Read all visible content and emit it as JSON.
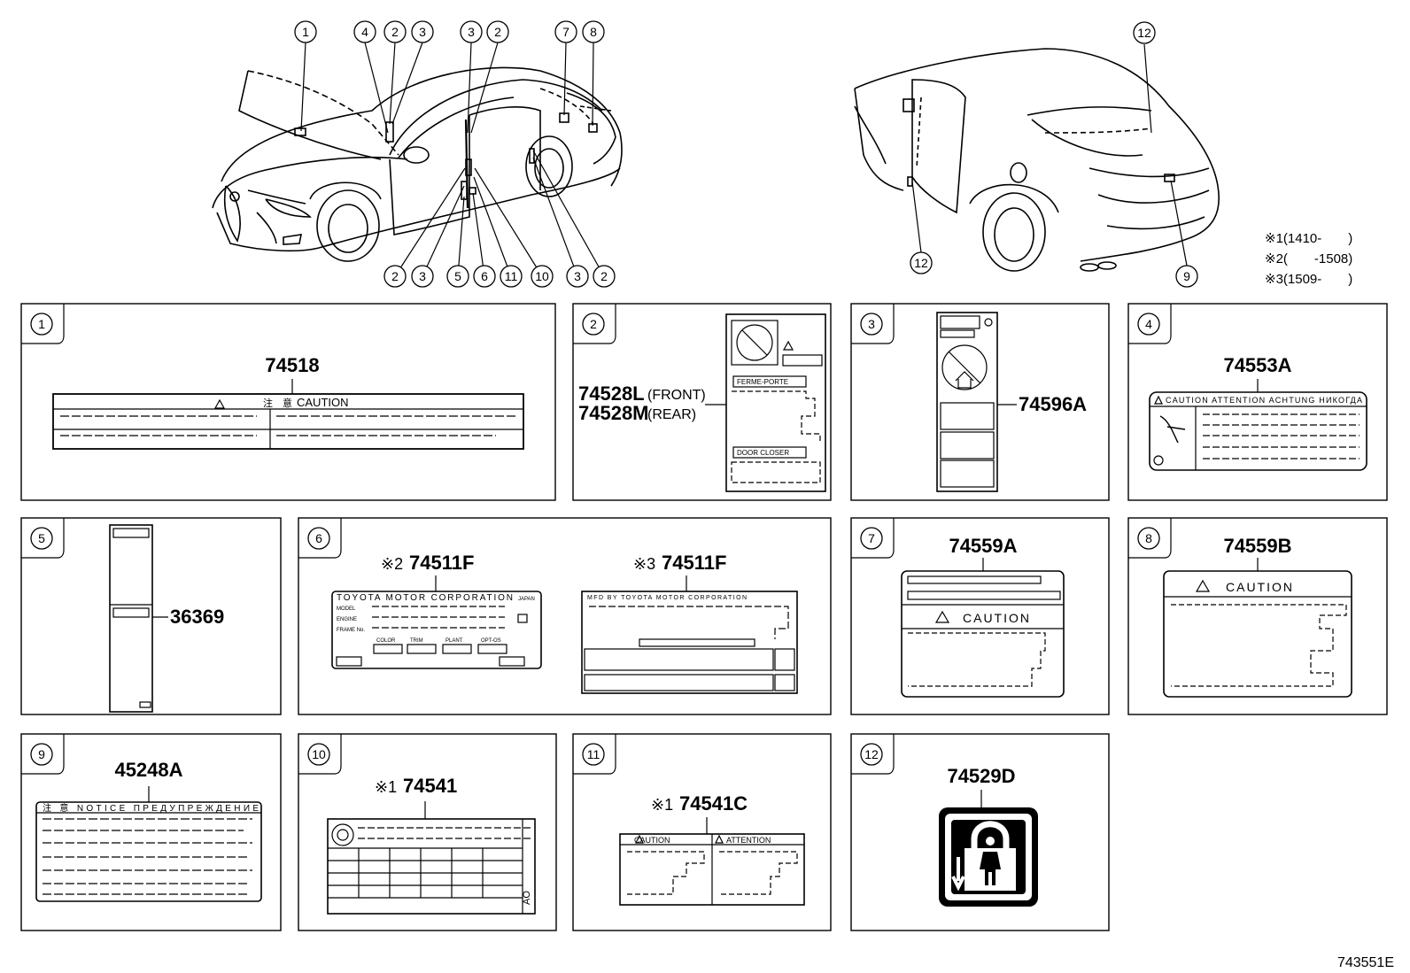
{
  "diagram_id": "743551E",
  "notes": [
    {
      "mark": "※1",
      "text": "(1410-　　)"
    },
    {
      "mark": "※2",
      "text": "(　　-1508)"
    },
    {
      "mark": "※3",
      "text": "(1509-　　)"
    }
  ],
  "car_callouts_front": [
    "1",
    "4",
    "2",
    "3",
    "3",
    "2",
    "7",
    "8",
    "2",
    "3",
    "5",
    "6",
    "11",
    "10",
    "3",
    "2"
  ],
  "car_callouts_rear": [
    "12",
    "12",
    "9"
  ],
  "panels": [
    {
      "n": "1",
      "part": "74518",
      "texts": {
        "caution": "CAUTION",
        "jp": "注　意"
      }
    },
    {
      "n": "2",
      "part_front": "74528L",
      "front_label": "(FRONT)",
      "part_rear": "74528M",
      "rear_label": "(REAR)",
      "texts": {
        "a": "FERME-PORTE",
        "b": "DOOR CLOSER"
      }
    },
    {
      "n": "3",
      "part": "74596A"
    },
    {
      "n": "4",
      "part": "74553A",
      "texts": {
        "header": "CAUTION  ATTENTION  ACHTUNG  НИКОГДА"
      }
    },
    {
      "n": "5",
      "part": "36369"
    },
    {
      "n": "6",
      "left_mark": "※2",
      "left_part": "74511F",
      "right_mark": "※3",
      "right_part": "74511F",
      "texts": {
        "corp": "TOYOTA  MOTOR  CORPORATION",
        "japan": "JAPAN",
        "model": "MODEL",
        "engine": "ENGINE",
        "frame": "FRAME No.",
        "color": "COLOR",
        "trim": "TRIM",
        "plant": "PLANT",
        "opt": "OPT-OS",
        "corp2": "MFD BY TOYOTA MOTOR CORPORATION"
      }
    },
    {
      "n": "7",
      "part": "74559A",
      "texts": {
        "caution": "CAUTION"
      }
    },
    {
      "n": "8",
      "part": "74559B",
      "texts": {
        "caution": "CAUTION"
      }
    },
    {
      "n": "9",
      "part": "45248A",
      "texts": {
        "header": "注 意  NOTICE  ПРЕДУПРЕЖДЕНИЕ"
      }
    },
    {
      "n": "10",
      "mark": "※1",
      "part": "74541",
      "texts": {
        "ao": "AO"
      }
    },
    {
      "n": "11",
      "mark": "※1",
      "part": "74541C",
      "texts": {
        "caution": "CAUTION",
        "attention": "ATTENTION"
      }
    },
    {
      "n": "12",
      "part": "74529D"
    }
  ]
}
